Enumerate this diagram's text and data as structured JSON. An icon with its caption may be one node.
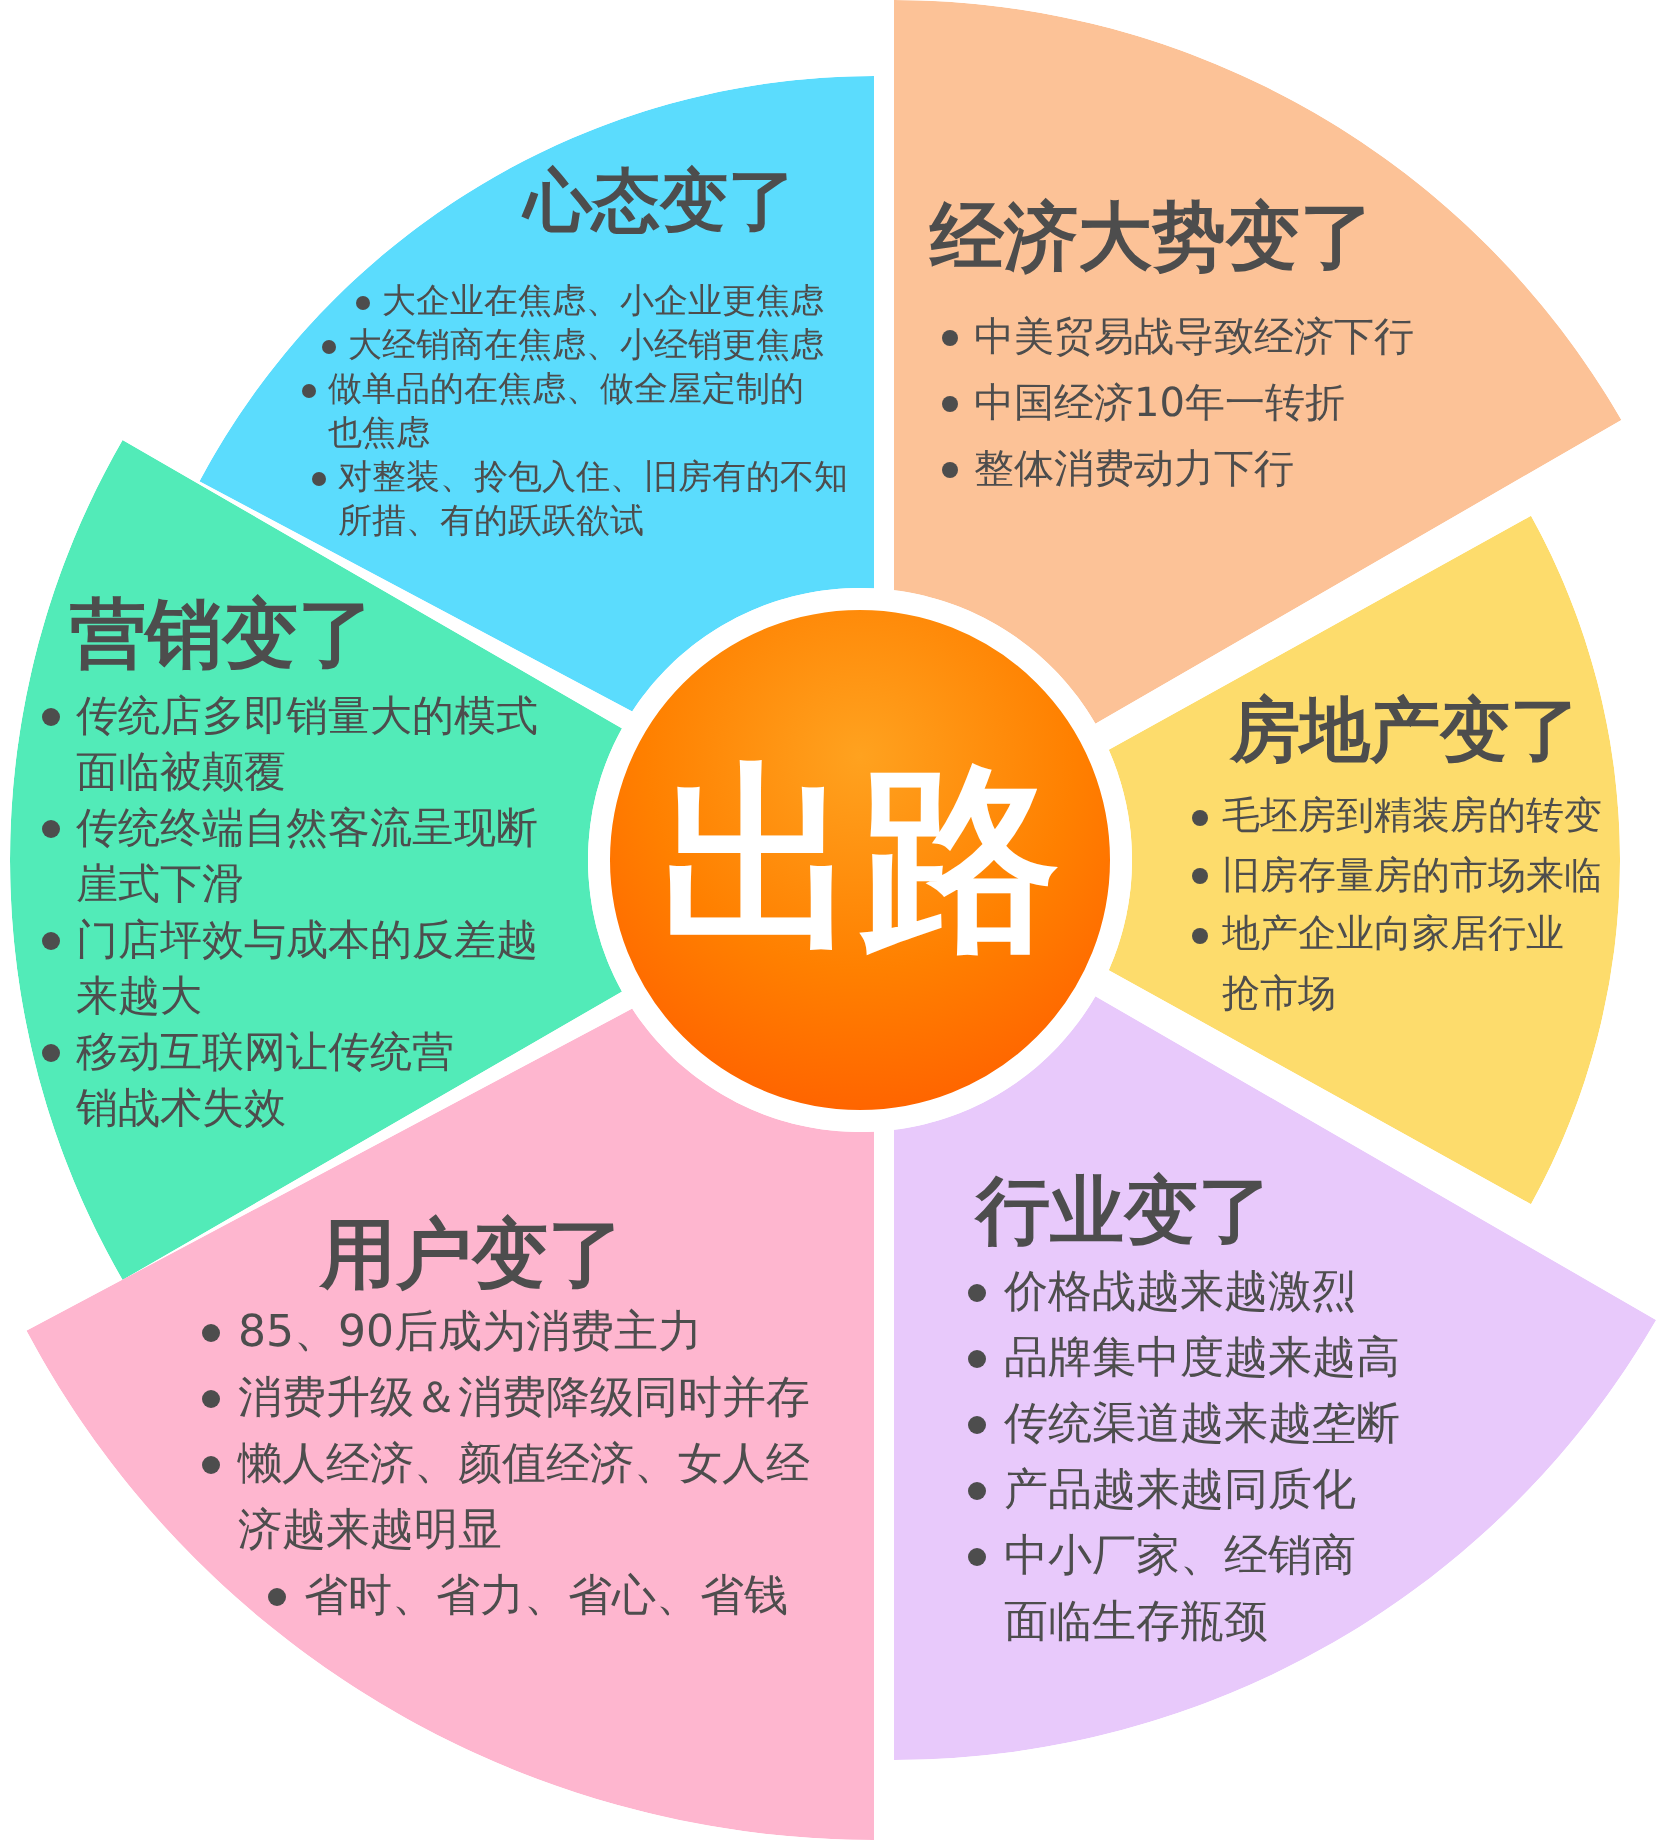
{
  "diagram": {
    "nodes": [
      {
        "text": [
          "心态变了",
          "大企业在焦虑、小企业更焦虑",
          "大经销商在焦虑、小经销更焦虑",
          "做单品的在焦虑、做全屋定制的也焦虑",
          "对整装、拎包入住、旧房有的不知所措、有的跃跃欲试"
        ]
      },
      {
        "text": [
          "经济大势变了",
          "中美贸易战导致经济下行",
          "中国经济10年一转折",
          "整体消费动力下行"
        ]
      },
      {
        "text": [
          "营销变了",
          "传统店多即销量大的模式面临被颠覆",
          "传统终端自然客流呈现断崖式下滑",
          "门店坪效与成本的反差越来越大",
          "移动互联网让传统营销战术失效"
        ]
      },
      {
        "text": [
          "出路"
        ]
      },
      {
        "text": [
          "房地产变了",
          "毛坯房到精装房的转变",
          "旧房存量房的市场来临",
          "地产企业向家居行业抢市场"
        ]
      },
      {
        "text": [
          "用户变了",
          "85、90后成为消费主力",
          "消费升级＆消费降级同时并存",
          "懒人经济、颜值经济、女人经济越来越明显",
          "省时、省力、省心、省钱"
        ]
      },
      {
        "text": [
          "行业变了",
          "价格战越来越激烈",
          "品牌集中度越来越高",
          "传统渠道越来越垄断",
          "产品越来越同质化",
          "中小厂家、经销商面临生存瓶颈"
        ]
      }
    ]
  }
}
